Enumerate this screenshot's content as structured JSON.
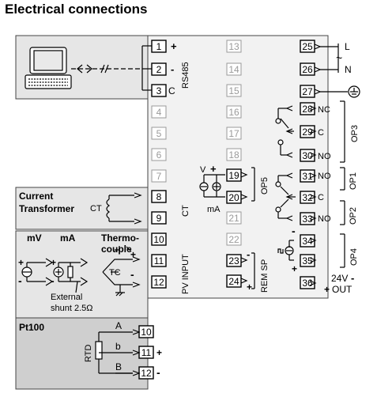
{
  "title": "Electrical connections",
  "rs485": {
    "label": "RS485",
    "terms": [
      "1",
      "2",
      "3"
    ],
    "signs": [
      "+",
      "-",
      "C"
    ]
  },
  "mains": {
    "terms": [
      "25",
      "26",
      "27"
    ],
    "labels": [
      "L",
      "N"
    ],
    "tilde": "~"
  },
  "inactive_left": [
    "4",
    "5",
    "6",
    "7"
  ],
  "inactive_mid": [
    "13",
    "14",
    "15",
    "16",
    "17",
    "18",
    "21",
    "22"
  ],
  "op3": {
    "label": "OP3",
    "terms": [
      "28",
      "29",
      "30"
    ],
    "labels": [
      "NC",
      "C",
      "NO"
    ]
  },
  "op1": {
    "label": "OP1",
    "terms": [
      "31",
      "32"
    ],
    "labels": [
      "NO",
      "C"
    ]
  },
  "op2": {
    "label": "OP2",
    "terms": [
      "33"
    ],
    "labels": [
      "NO"
    ]
  },
  "op5": {
    "label": "OP5",
    "terms": [
      "19",
      "20"
    ],
    "v": "V",
    "ma": "mA",
    "plus": "+"
  },
  "ct": {
    "panel_title_1": "Current",
    "panel_title_2": "Transformer",
    "coil": "CT",
    "terms": [
      "8",
      "9"
    ],
    "side_label": "CT"
  },
  "pv": {
    "side_label": "PV INPUT",
    "terms": [
      "10",
      "11",
      "12"
    ],
    "mv": "mV",
    "ma": "mA",
    "thermo_1": "Thermo-",
    "thermo_2": "couple",
    "tc": "TC",
    "shunt_1": "External",
    "shunt_2": "shunt 2.5Ω",
    "signs": [
      "+",
      "-"
    ]
  },
  "pt100": {
    "title": "Pt100",
    "rtd": "RTD",
    "wires": [
      "A",
      "b",
      "B"
    ],
    "terms": [
      "10",
      "11",
      "12"
    ],
    "signs": [
      "+",
      "-"
    ]
  },
  "rem": {
    "side_label": "REM SP",
    "terms": [
      "23",
      "24"
    ],
    "signs": [
      "-",
      "+"
    ]
  },
  "op4": {
    "label": "OP4",
    "terms": [
      "34",
      "35"
    ],
    "signs": [
      "-",
      "+"
    ]
  },
  "supply": {
    "term": "36",
    "line1": "24V",
    "line2": "OUT",
    "minus": "-",
    "plus": "+"
  }
}
